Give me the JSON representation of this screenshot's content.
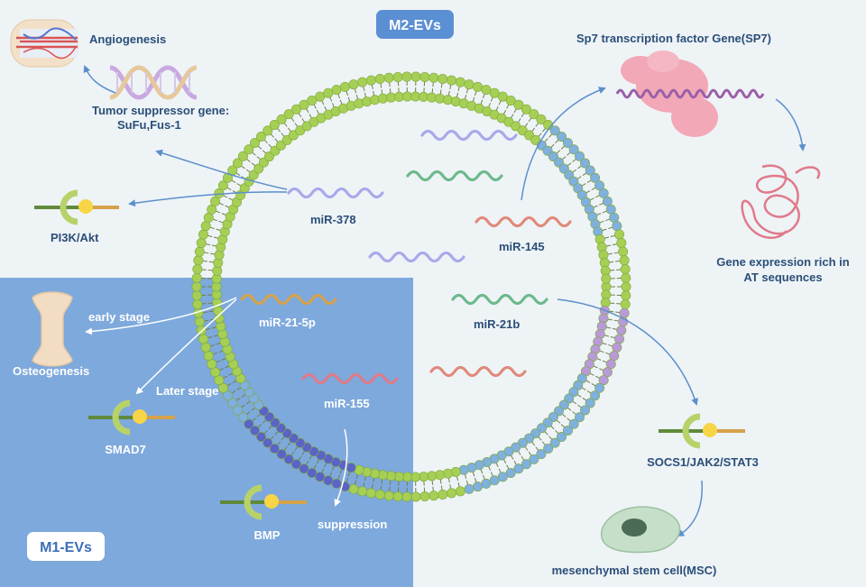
{
  "badges": {
    "m2": "M2-EVs",
    "m1": "M1-EVs"
  },
  "labels": {
    "angiogenesis": "Angiogenesis",
    "tumor_suppressor_line1": "Tumor suppressor gene:",
    "tumor_suppressor_line2": "SuFu,Fus-1",
    "pi3k": "PI3K/Akt",
    "sp7": "Sp7 transcription factor Gene(SP7)",
    "gene_expr_line1": "Gene expression rich in",
    "gene_expr_line2": "AT sequences",
    "socs": "SOCS1/JAK2/STAT3",
    "msc": "mesenchymal stem cell(MSC)",
    "osteogenesis": "Osteogenesis",
    "early_stage": "early stage",
    "later_stage": "Later stage",
    "smad7": "SMAD7",
    "bmp": "BMP",
    "suppression": "suppression"
  },
  "mirnas": {
    "mir378": "miR-378",
    "mir145": "miR-145",
    "mir21_5p": "miR-21-5p",
    "mir21b": "miR-21b",
    "mir155": "miR-155"
  },
  "colors": {
    "background": "#eef3f6",
    "m1_region": "#7ea9dc",
    "membrane_green": "#a6cf55",
    "membrane_blue": "#7fb0de",
    "membrane_purple": "#b99ad8",
    "membrane_dark": "#5a63c8",
    "text": "#2b4f78",
    "badge": "#5b8fd3",
    "arrow": "#5b8fcc"
  }
}
